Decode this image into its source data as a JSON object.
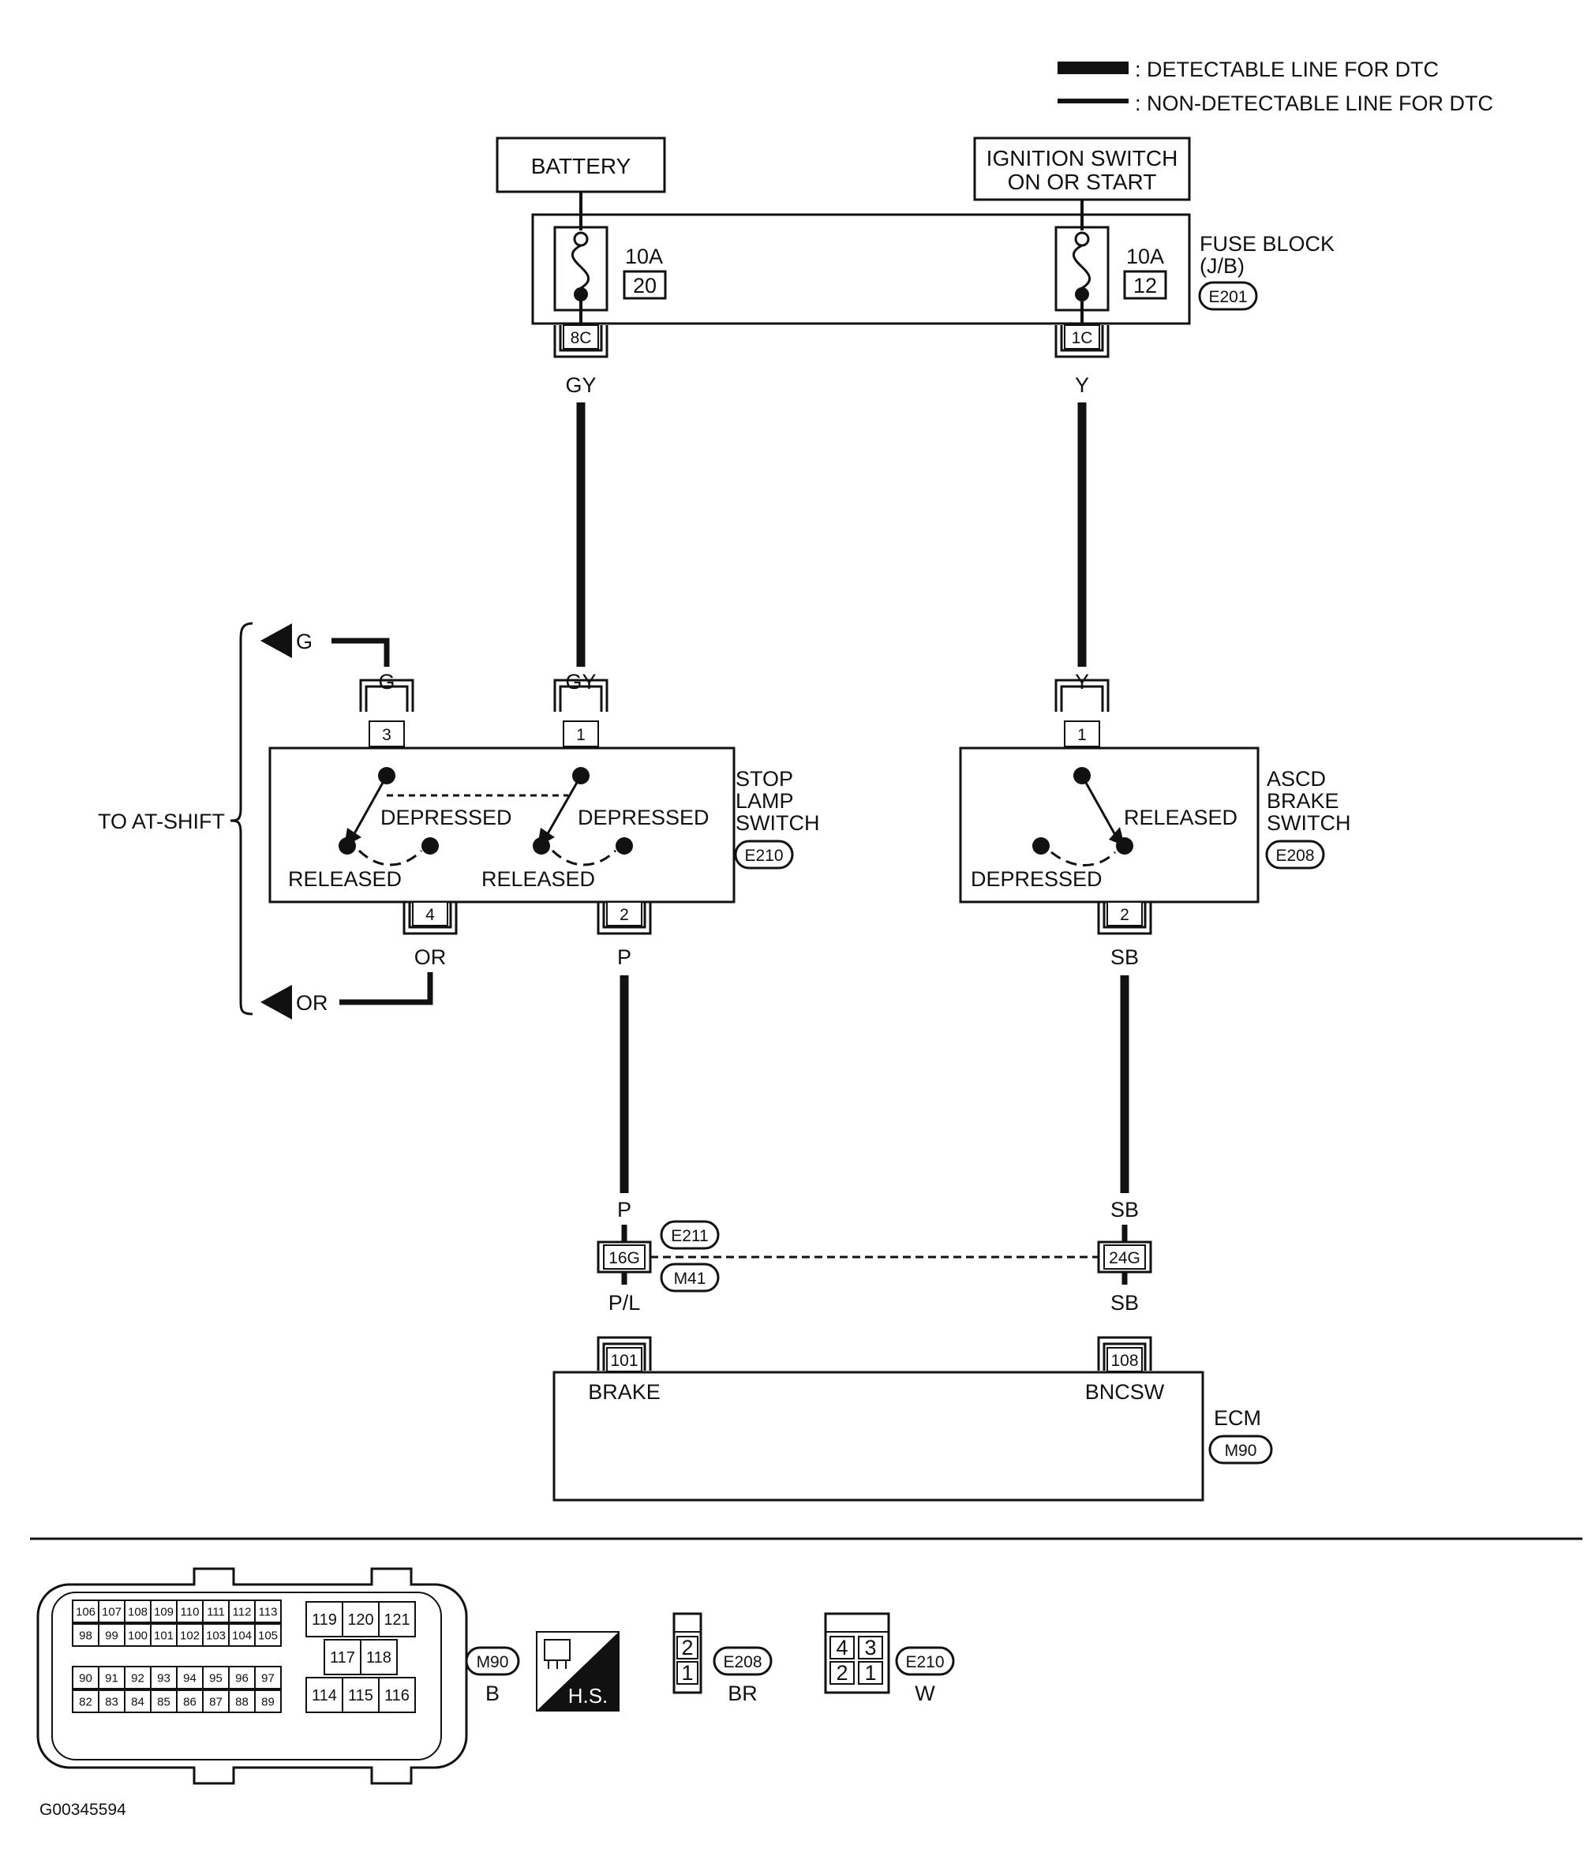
{
  "legend": {
    "detectable": ": DETECTABLE LINE FOR DTC",
    "non_detectable": ": NON-DETECTABLE LINE FOR DTC"
  },
  "battery": "BATTERY",
  "ignition": {
    "line1": "IGNITION SWITCH",
    "line2": "ON OR START"
  },
  "fuse_block": {
    "line1": "FUSE BLOCK",
    "line2": "(J/B)",
    "connector": "E201",
    "left_fuse": {
      "amps": "10A",
      "num": "20",
      "terminal": "8C"
    },
    "right_fuse": {
      "amps": "10A",
      "num": "12",
      "terminal": "1C"
    }
  },
  "wires": {
    "gy": "GY",
    "y": "Y",
    "g": "G",
    "or": "OR",
    "p": "P",
    "sb": "SB",
    "pl": "P/L"
  },
  "stop_lamp": {
    "line1": "STOP",
    "line2": "LAMP",
    "line3": "SWITCH",
    "connector": "E210",
    "t3": "3",
    "t1": "1",
    "t4": "4",
    "t2": "2",
    "depressed": "DEPRESSED",
    "released": "RELEASED"
  },
  "to_at_shift": "TO AT-SHIFT",
  "ascd": {
    "line1": "ASCD",
    "line2": "BRAKE",
    "line3": "SWITCH",
    "connector": "E208",
    "t1": "1",
    "t2": "2",
    "released": "RELEASED",
    "depressed": "DEPRESSED"
  },
  "joint": {
    "left": "16G",
    "right": "24G",
    "conn_top": "E211",
    "conn_bottom": "M41"
  },
  "ecm": {
    "label": "ECM",
    "connector": "M90",
    "t101": "101",
    "t108": "108",
    "brake": "BRAKE",
    "bncsw": "BNCSW"
  },
  "connector_views": {
    "m90": {
      "row1": [
        "106",
        "107",
        "108",
        "109",
        "110",
        "111",
        "112",
        "113"
      ],
      "row2": [
        "98",
        "99",
        "100",
        "101",
        "102",
        "103",
        "104",
        "105"
      ],
      "row3": [
        "90",
        "91",
        "92",
        "93",
        "94",
        "95",
        "96",
        "97"
      ],
      "row4": [
        "82",
        "83",
        "84",
        "85",
        "86",
        "87",
        "88",
        "89"
      ],
      "top": [
        "119",
        "120",
        "121"
      ],
      "mid": [
        "117",
        "118"
      ],
      "bottom": [
        "114",
        "115",
        "116"
      ],
      "label": "M90",
      "color": "B"
    },
    "hs": "H.S.",
    "e208": {
      "pins": [
        "2",
        "1"
      ],
      "label": "E208",
      "color": "BR"
    },
    "e210": {
      "pins": [
        "4",
        "3",
        "2",
        "1"
      ],
      "label": "E210",
      "color": "W"
    }
  },
  "footer_code": "G00345594"
}
